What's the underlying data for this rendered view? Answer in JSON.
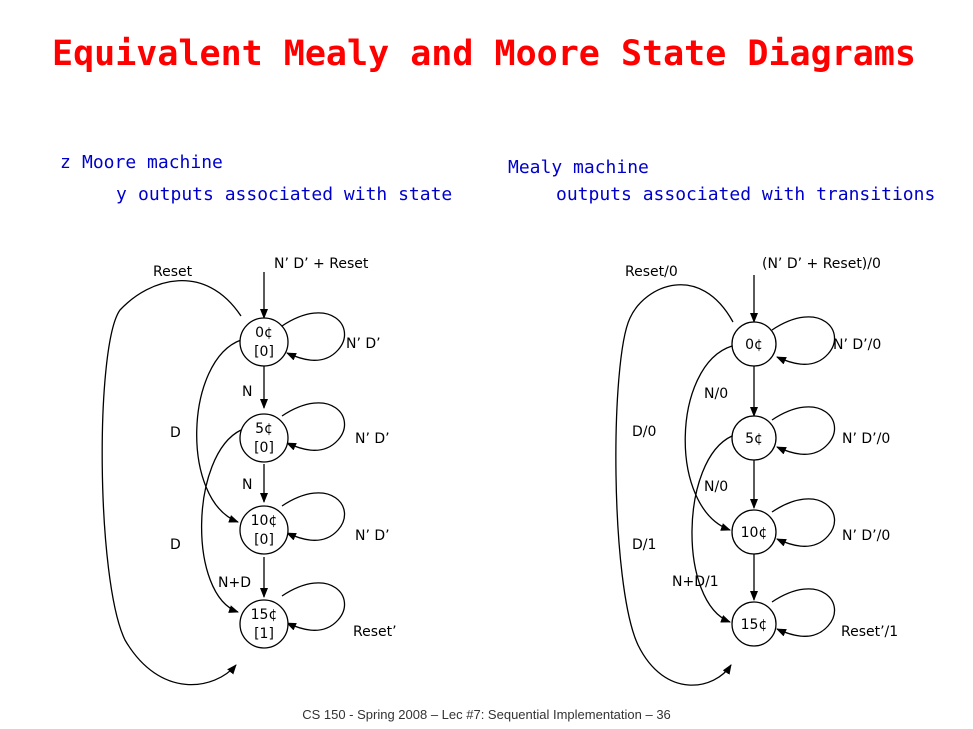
{
  "title": "Equivalent Mealy and Moore State Diagrams",
  "moore": {
    "bullet_glyph": "z",
    "heading": "Moore machine",
    "sub_glyph": "y",
    "sub": "outputs associated with state",
    "states": [
      {
        "l1": "0¢",
        "l2": "[0]"
      },
      {
        "l1": "5¢",
        "l2": "[0]"
      },
      {
        "l1": "10¢",
        "l2": "[0]"
      },
      {
        "l1": "15¢",
        "l2": "[1]"
      }
    ],
    "labels": {
      "reset": "Reset",
      "entry": "N’ D’ + Reset",
      "self0": "N’ D’",
      "self1": "N’ D’",
      "self2": "N’ D’",
      "self3": "Reset’",
      "n01": "N",
      "n12": "N",
      "nd23": "N+D",
      "d02": "D",
      "d13": "D"
    }
  },
  "mealy": {
    "heading": "Mealy machine",
    "sub": "outputs associated with transitions",
    "states": [
      "0¢",
      "5¢",
      "10¢",
      "15¢"
    ],
    "labels": {
      "reset": "Reset/0",
      "entry": "(N’ D’ + Reset)/0",
      "self0": "N’ D’/0",
      "self1": "N’ D’/0",
      "self2": "N’ D’/0",
      "self3": "Reset’/1",
      "n01": "N/0",
      "n12": "N/0",
      "nd23": "N+D/1",
      "d02": "D/0",
      "d13": "D/1"
    }
  },
  "footer": "CS 150 - Spring 2008 – Lec #7: Sequential Implementation – 36"
}
